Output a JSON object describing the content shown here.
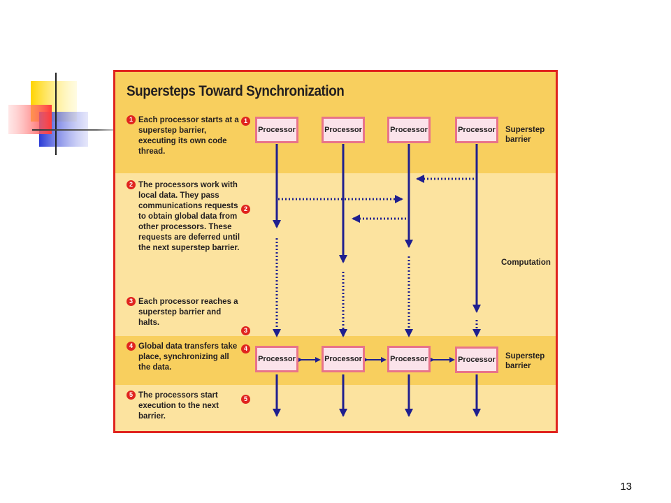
{
  "figure": {
    "title": "Supersteps Toward Synchronization",
    "steps": [
      {
        "num": "1",
        "text": "Each processor starts at a superstep barrier, executing its own code thread."
      },
      {
        "num": "2",
        "text": "The processors work with local data. They pass communications requests to obtain global data from other processors. These requests are deferred until the next superstep barrier."
      },
      {
        "num": "3",
        "text": "Each processor reaches a superstep barrier and halts."
      },
      {
        "num": "4",
        "text": "Global data transfers take place, synchronizing all the data."
      },
      {
        "num": "5",
        "text": "The processors start execution to the next barrier."
      }
    ],
    "markers": [
      "1",
      "2",
      "3",
      "4",
      "5"
    ],
    "processor_label": "Processor",
    "side_labels": {
      "barrier_top": "Superstep barrier",
      "computation": "Computation",
      "barrier_bottom": "Superstep barrier"
    },
    "colors": {
      "border": "#e0241f",
      "band_dark": "#f8cf5e",
      "band_light": "#fce39f",
      "arrow": "#1f1f8f",
      "processor_border": "#e8738a",
      "processor_fill": "#fbe3ea"
    }
  },
  "slide": {
    "number": "13"
  }
}
